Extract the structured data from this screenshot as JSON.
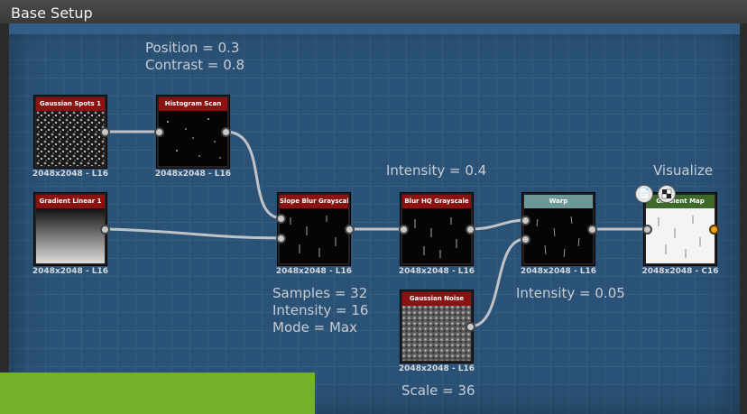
{
  "frame": {
    "title": "Base Setup"
  },
  "annotations": {
    "histogram_params": "Position = 0.3\nContrast = 0.8",
    "blur_intensity": "Intensity = 0.4",
    "visualize": "Visualize",
    "slope_params": "Samples = 32\nIntensity = 16\nMode = Max",
    "warp_intensity": "Intensity = 0.05",
    "noise_scale": "Scale = 36"
  },
  "nodes": {
    "gaussian_spots": {
      "title": "Gaussian Spots 1",
      "caption": "2048x2048 - L16"
    },
    "histogram_scan": {
      "title": "Histogram Scan",
      "caption": "2048x2048 - L16"
    },
    "gradient_linear": {
      "title": "Gradient Linear 1",
      "caption": "2048x2048 - L16"
    },
    "slope_blur": {
      "title": "Slope Blur Grayscale",
      "caption": "2048x2048 - L16"
    },
    "blur_hq": {
      "title": "Blur HQ Grayscale",
      "caption": "2048x2048 - L16"
    },
    "gaussian_noise": {
      "title": "Gaussian Noise",
      "caption": "2048x2048 - L16"
    },
    "warp": {
      "title": "Warp",
      "caption": "2048x2048 - L16"
    },
    "gradient_map": {
      "title": "Gradient Map",
      "caption": "2048x2048 - C16"
    }
  },
  "icons": {
    "doc_badge": "document-icon",
    "checker_badge": "checker-icon"
  },
  "colors": {
    "canvas": "#2a5276",
    "node_header_red": "#8c1212",
    "node_header_teal": "#6c9898",
    "node_header_green": "#3d6a2a",
    "output_port": "#f0a21c",
    "overlay_bar": "#74b12a"
  }
}
